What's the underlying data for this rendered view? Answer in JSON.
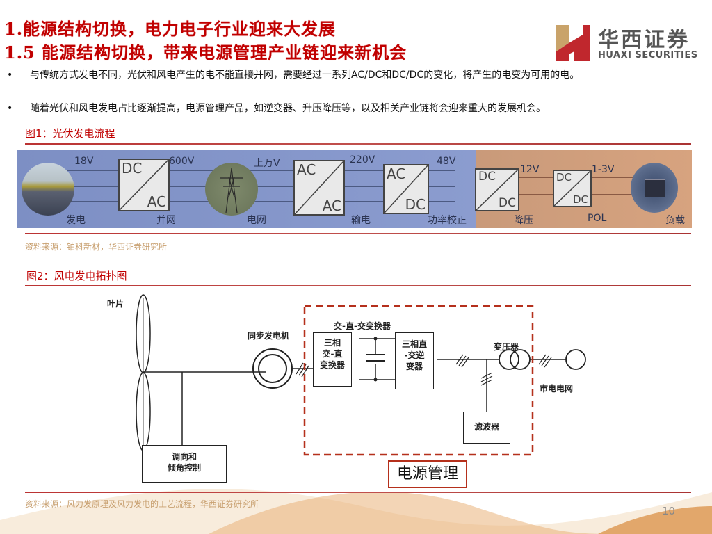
{
  "header": {
    "title_line1": "1.能源结构切换，电力电子行业迎来大发展",
    "title_line2": "1.5 能源结构切换，带来电源管理产业链迎来新机会",
    "title_color": "#c00000"
  },
  "logo": {
    "name_cn": "华西证券",
    "name_en": "HUAXI SECURITIES",
    "icon": "huaxi-h-logo-icon",
    "colors": {
      "red": "#c0272d",
      "gold": "#c9a36a"
    }
  },
  "bullets": [
    {
      "marker": "•",
      "text": "与传统方式发电不同，光伏和风电产生的电不能直接并网，需要经过一系列AC/DC和DC/DC的变化，将产生的电变为可用的电。"
    },
    {
      "marker": "•",
      "text": "随着光伏和风电发电占比逐渐提高，电源管理产品，如逆变器、升压降压等，以及相关产业链将会迎来重大的发展机会。"
    }
  ],
  "figure1": {
    "title": "图1：光伏发电流程",
    "voltages": [
      "18V",
      "600V",
      "上万V",
      "220V",
      "48V",
      "12V",
      "1-3V"
    ],
    "stages": [
      "发电",
      "并网",
      "电网",
      "输电",
      "功率校正",
      "降压",
      "POL",
      "负载"
    ],
    "converters": [
      {
        "top": "DC",
        "bottom": "AC"
      },
      {
        "top": "AC",
        "bottom": "AC"
      },
      {
        "top": "AC",
        "bottom": "DC"
      },
      {
        "top": "DC",
        "bottom": "DC"
      },
      {
        "top": "DC",
        "bottom": "DC"
      }
    ],
    "images": [
      "solar-panel-image",
      "power-tower-image",
      "chip-image"
    ],
    "source": "资料来源：铂科新材，华西证券研究所"
  },
  "figure2": {
    "title": "图2：风电发电拓扑图",
    "labels": {
      "blades": "叶片",
      "generator": "同步发电机",
      "converter_group": "交-直-交变换器",
      "rectifier": [
        "三相",
        "交-直",
        "变换器"
      ],
      "inverter": [
        "三相直",
        "-交逆",
        "变器"
      ],
      "transformer": "变压器",
      "grid": "市电电网",
      "filter": "滤波器",
      "pitch_control": [
        "调向和",
        "倾角控制"
      ],
      "power_management": "电源管理"
    },
    "source": "资料来源：风力发原理及风力发电的工艺流程，华西证券研究所"
  },
  "footer": {
    "page_number": "10"
  }
}
